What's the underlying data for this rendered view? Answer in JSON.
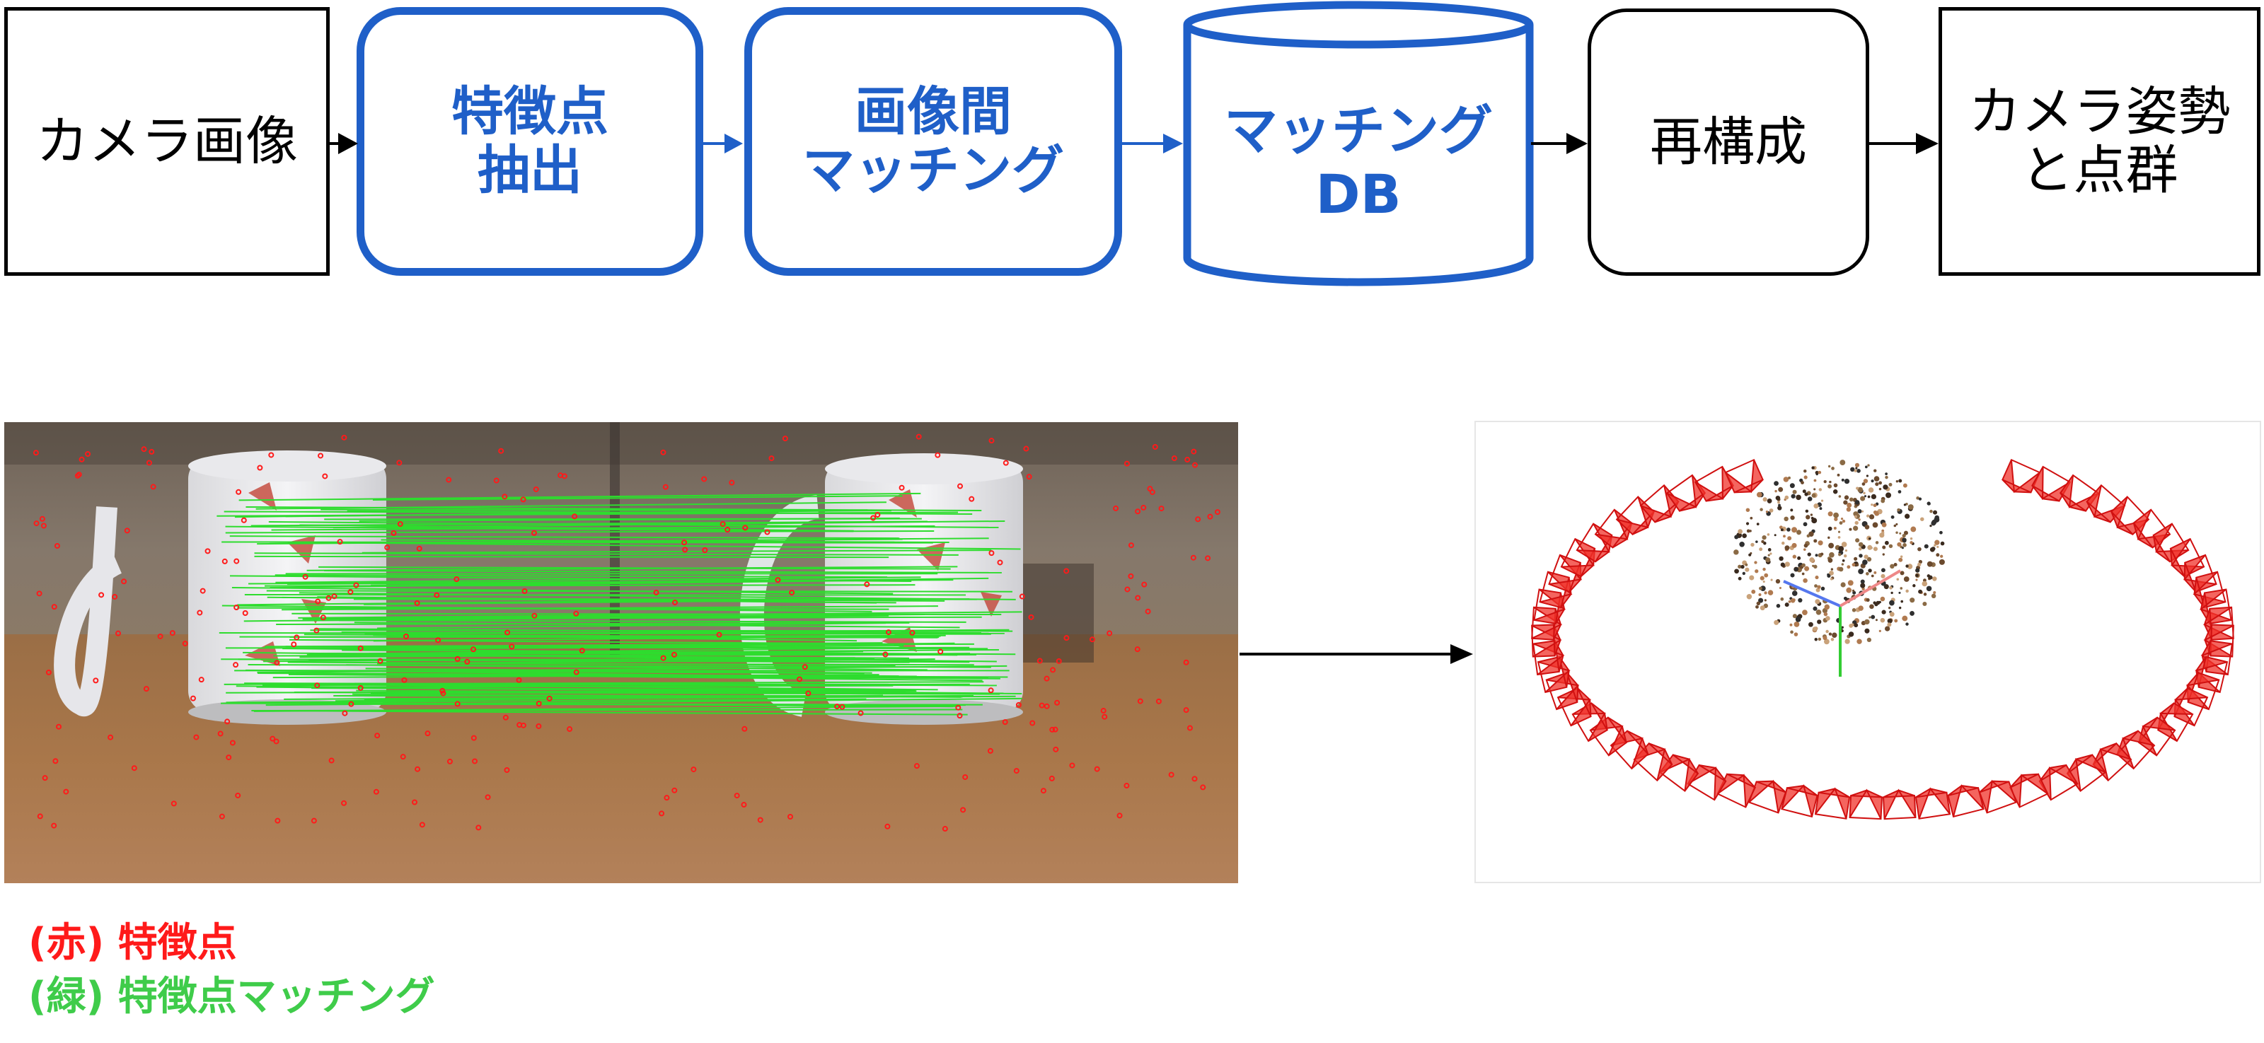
{
  "pipeline": {
    "camera_images": [
      "カメラ画像"
    ],
    "feature_extraction": [
      "特徴点",
      "抽出"
    ],
    "image_matching": [
      "画像間",
      "マッチング"
    ],
    "matching_db": [
      "マッチング",
      "DB"
    ],
    "reconstruction": [
      "再構成"
    ],
    "output": [
      "カメラ姿勢",
      "と点群"
    ]
  },
  "legend": {
    "red": "(赤) 特徴点",
    "green": "(緑) 特徴点マッチング"
  },
  "colors": {
    "accent_blue": "#1f5fc8",
    "feature_red": "#ff1a1a",
    "match_green": "#2edc2e",
    "legend_green": "#3fcc4a",
    "camera_red": "#f0322a"
  }
}
